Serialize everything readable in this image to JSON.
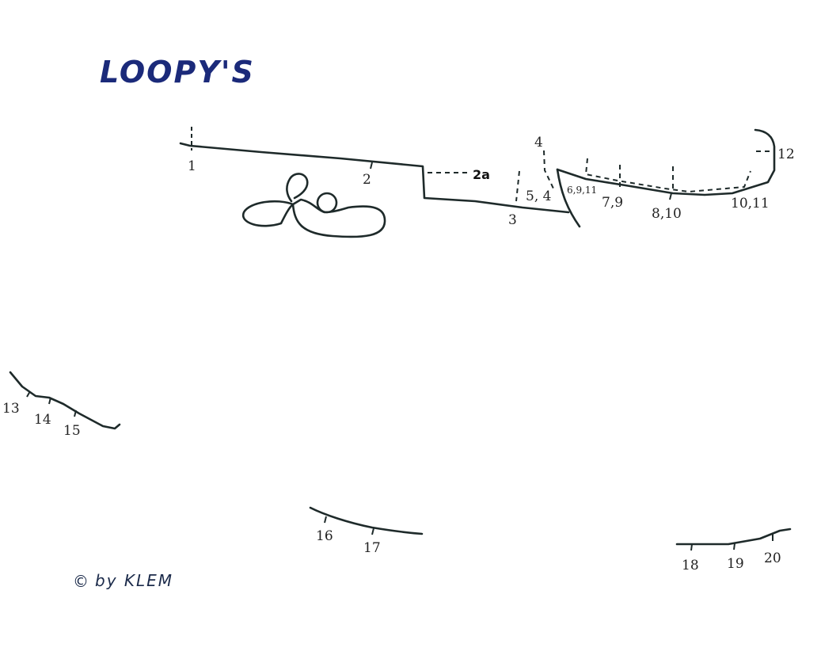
{
  "title": "LOOPY'S",
  "credit": {
    "symbol": "©",
    "text": "by KLEM"
  },
  "labels": {
    "l1": "1",
    "l2": "2",
    "l2a": "2a",
    "l3": "3",
    "l4": "4",
    "l5_4": "5, 4",
    "l6_9_11": "6,9,11",
    "l7_9": "7,9",
    "l8_10": "8,10",
    "l10_11": "10,11",
    "l12": "12",
    "l13": "13",
    "l14": "14",
    "l15": "15",
    "l16": "16",
    "l17": "17",
    "l18": "18",
    "l19": "19",
    "l20": "20"
  }
}
